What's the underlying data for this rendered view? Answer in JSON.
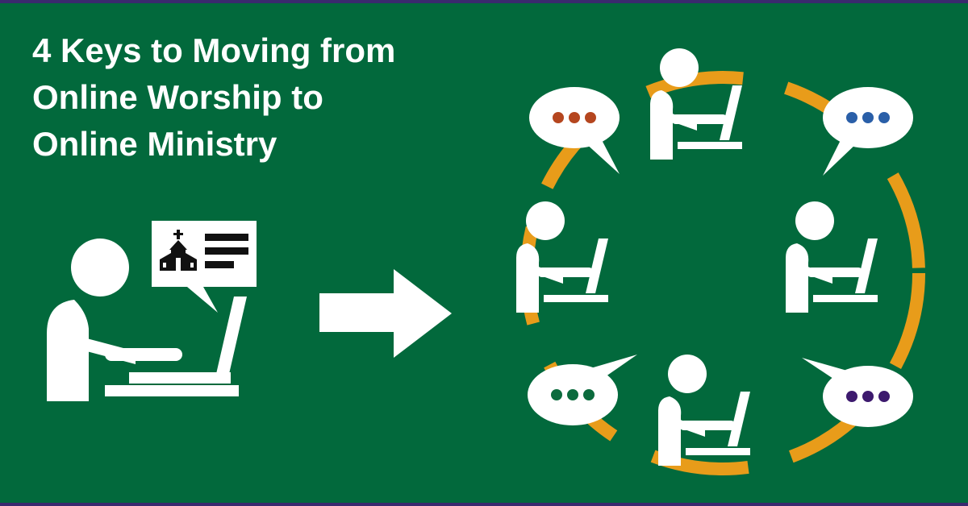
{
  "title": {
    "lines": [
      "4 Keys to Moving from",
      "Online Worship to",
      "Online Ministry"
    ]
  },
  "colors": {
    "background": "#02693c",
    "frame": "#3a2a6e",
    "figure": "#ffffff",
    "ring": "#e89c1a",
    "dots_orange": "#b5461f",
    "dots_blue": "#2a5fa8",
    "dots_green": "#0b6b3d",
    "dots_purple": "#3d1a6e"
  },
  "icons": {
    "worshipper": "person-at-laptop-icon",
    "church": "church-icon",
    "text_lines": "text-lines-icon",
    "arrow": "right-arrow-icon",
    "chat": "speech-bubble-icon",
    "community_ring": "dashed-ring-icon"
  }
}
